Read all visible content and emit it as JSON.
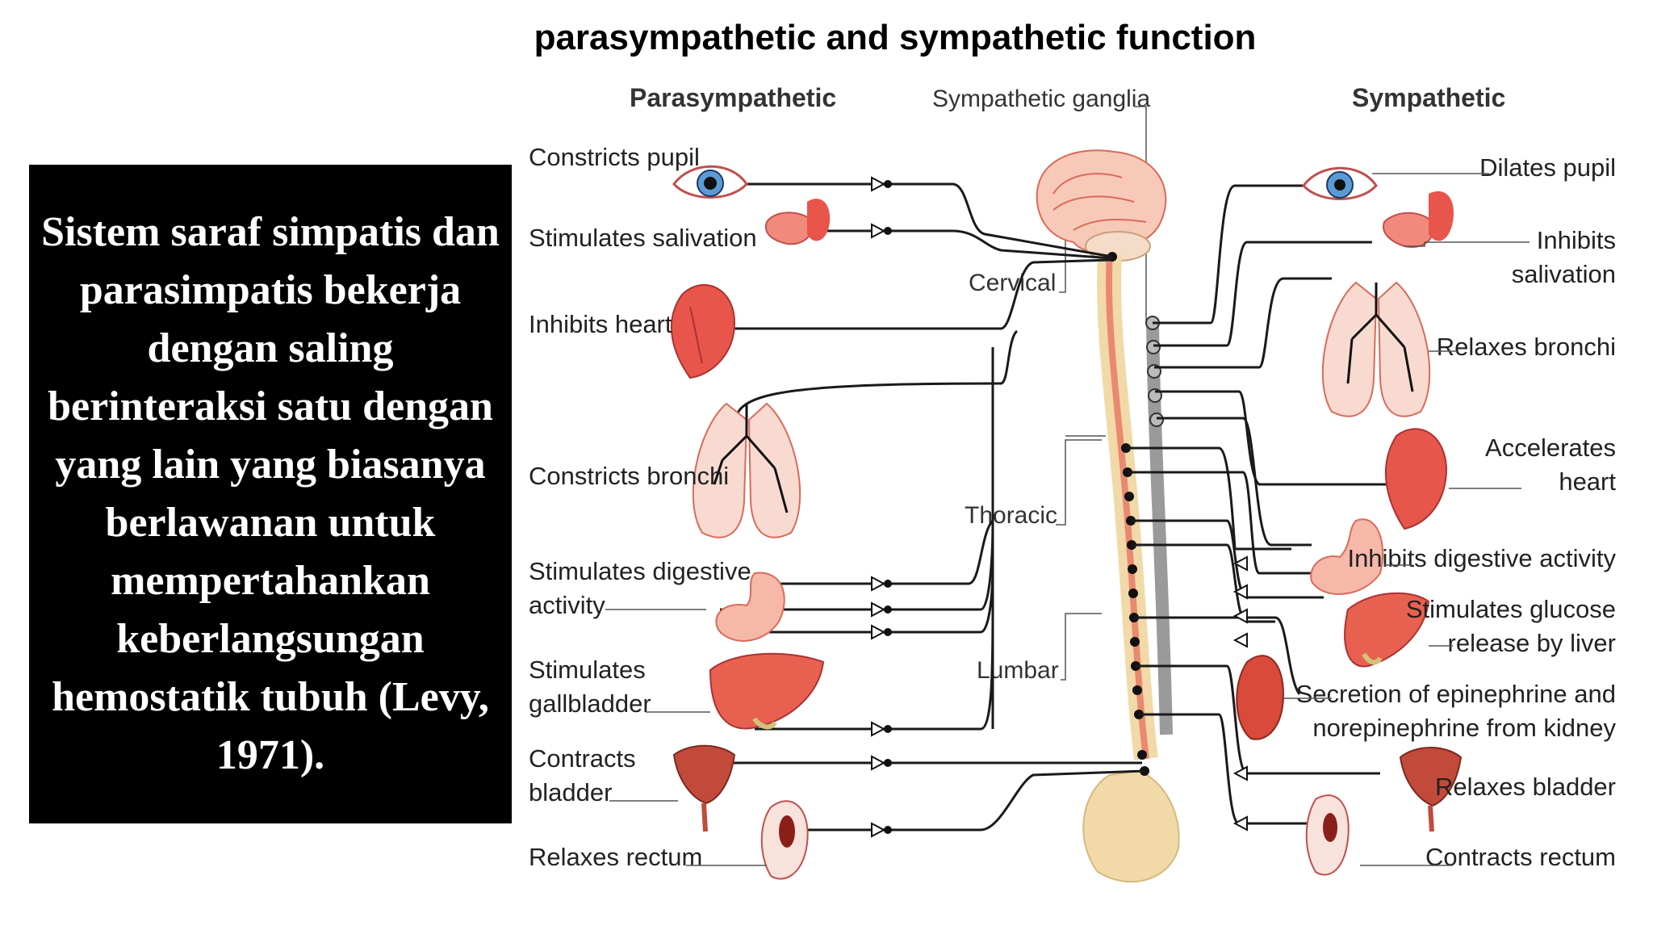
{
  "slide": {
    "title": "parasympathetic and sympathetic function",
    "body_text": "Sistem saraf simpatis dan parasimpatis bekerja dengan saling berinteraksi satu dengan yang lain yang biasanya berlawanan untuk mempertahankan keberlangsungan hemostatik tubuh (Levy, 1971)."
  },
  "diagram": {
    "parasympathetic_heading": "Parasympathetic",
    "sympathetic_heading": "Sympathetic",
    "ganglia_label": "Sympathetic ganglia",
    "regions": {
      "cervical": "Cervical",
      "thoracic": "Thoracic",
      "lumbar": "Lumbar"
    },
    "parasympathetic_effects": [
      {
        "line1": "Constricts pupil",
        "line2": ""
      },
      {
        "line1": "Stimulates salivation",
        "line2": ""
      },
      {
        "line1": "Inhibits heart",
        "line2": ""
      },
      {
        "line1": "Constricts bronchi",
        "line2": ""
      },
      {
        "line1": "Stimulates digestive",
        "line2": "activity"
      },
      {
        "line1": "Stimulates",
        "line2": "gallbladder"
      },
      {
        "line1": "Contracts",
        "line2": "bladder"
      },
      {
        "line1": "Relaxes rectum",
        "line2": ""
      }
    ],
    "sympathetic_effects": [
      {
        "line1": "Dilates pupil",
        "line2": ""
      },
      {
        "line1": "Inhibits",
        "line2": "salivation"
      },
      {
        "line1": "Relaxes bronchi",
        "line2": ""
      },
      {
        "line1": "Accelerates",
        "line2": "heart"
      },
      {
        "line1": "Inhibits digestive activity",
        "line2": ""
      },
      {
        "line1": "Stimulates glucose",
        "line2": "release by liver"
      },
      {
        "line1": "Secretion of epinephrine and",
        "line2": "norepinephrine from kidney"
      },
      {
        "line1": "Relaxes bladder",
        "line2": ""
      },
      {
        "line1": "Contracts rectum",
        "line2": ""
      }
    ],
    "colors": {
      "organ": "#e8554a",
      "organ_light": "#f6b8a8",
      "spine": "#f2d9a8",
      "ganglia": "#9a9a9a",
      "nerve": "#1a1a1a"
    }
  }
}
